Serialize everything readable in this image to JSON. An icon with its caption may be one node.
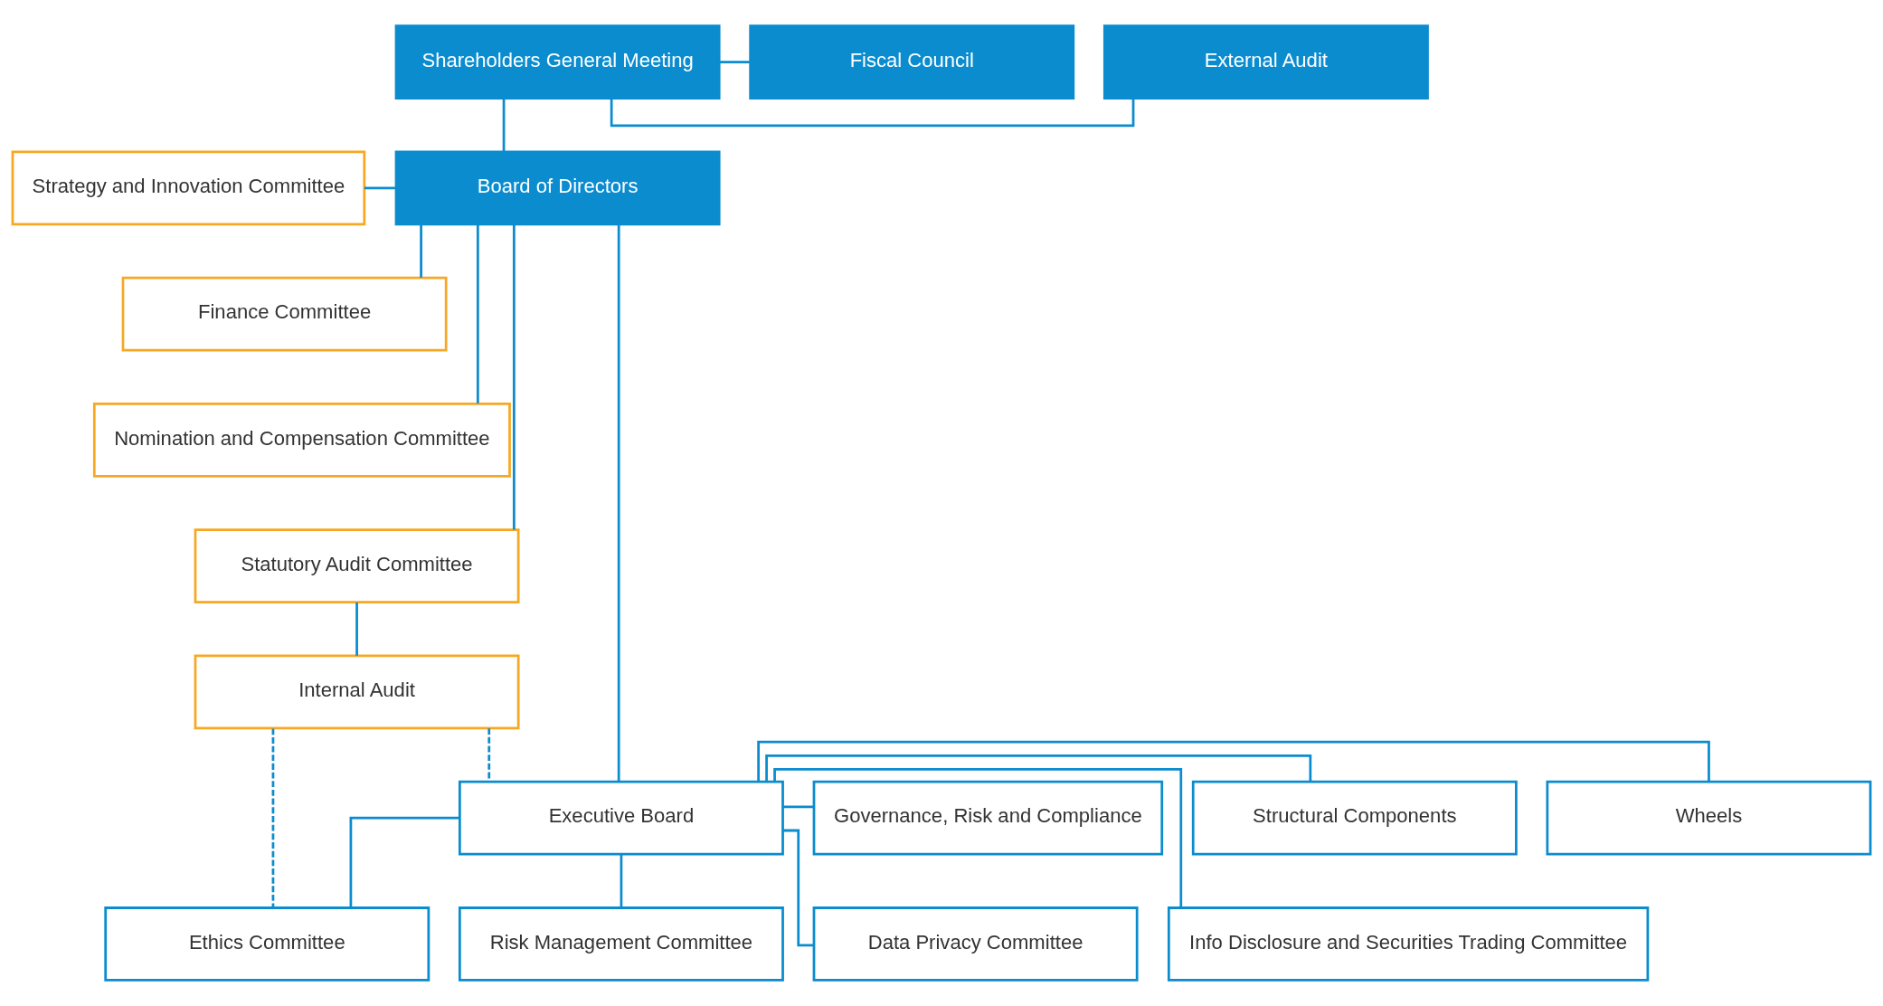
{
  "diagram": {
    "nodes": [
      {
        "text": [
          "Strategy and Innovation Committee"
        ]
      },
      {
        "text": [
          "Finance Committee"
        ]
      },
      {
        "text": [
          "Nomination and Compensation Committee"
        ]
      },
      {
        "text": [
          "Statutory Audit Committee"
        ]
      },
      {
        "text": [
          "Internal Audit"
        ]
      },
      {
        "text": [
          "Shareholders General Meeting"
        ]
      },
      {
        "text": [
          "Board of Directors"
        ]
      },
      {
        "text": [
          "Executive Board"
        ]
      },
      {
        "text": [
          "External Audit"
        ]
      },
      {
        "text": [
          "Fiscal Council"
        ]
      },
      {
        "text": [
          "Wheels"
        ]
      },
      {
        "text": [
          "Structural Components"
        ]
      },
      {
        "text": [
          "Governance, Risk and Compliance"
        ]
      },
      {
        "text": [
          "Ethics Committee"
        ]
      },
      {
        "text": [
          "Risk Management Committee"
        ]
      },
      {
        "text": [
          "Data Privacy Committee"
        ]
      },
      {
        "text": [
          "Info Disclosure and Securities Trading Committee"
        ]
      }
    ],
    "edges": [
      {
        "from": 5,
        "to": 8,
        "arrow": "none"
      },
      {
        "from": 5,
        "to": 9,
        "arrow": "none"
      },
      {
        "from": 5,
        "to": 6,
        "arrow": "none"
      },
      {
        "from": 0,
        "to": 6,
        "arrow": "none"
      },
      {
        "from": 1,
        "to": 6,
        "arrow": "none"
      },
      {
        "from": 2,
        "to": 6,
        "arrow": "none"
      },
      {
        "from": 3,
        "to": 6,
        "arrow": "none"
      },
      {
        "from": 3,
        "to": 4,
        "arrow": "none"
      },
      {
        "from": 6,
        "to": 7,
        "arrow": "none"
      },
      {
        "from": 4,
        "to": 7,
        "arrow": "none",
        "style": "dashed"
      },
      {
        "from": 7,
        "to": 10,
        "arrow": "none"
      },
      {
        "from": 7,
        "to": 11,
        "arrow": "none"
      },
      {
        "from": 7,
        "to": 12,
        "arrow": "none"
      },
      {
        "from": 7,
        "to": 13,
        "arrow": "none"
      },
      {
        "from": 7,
        "to": 14,
        "arrow": "none"
      },
      {
        "from": 7,
        "to": 15,
        "arrow": "none"
      },
      {
        "from": 7,
        "to": 16,
        "arrow": "none"
      },
      {
        "from": 4,
        "to": 13,
        "arrow": "none",
        "style": "dashed"
      }
    ]
  }
}
